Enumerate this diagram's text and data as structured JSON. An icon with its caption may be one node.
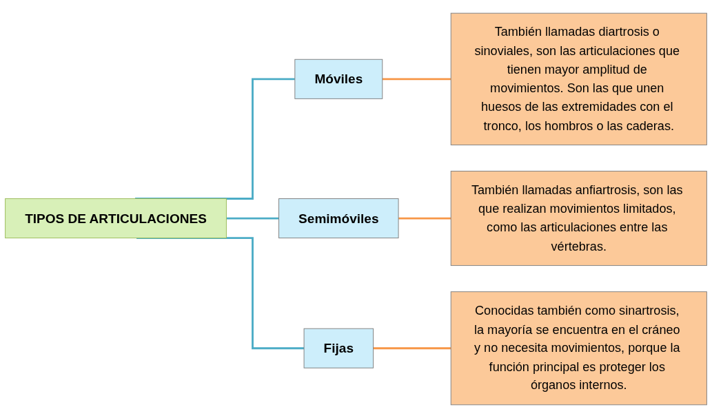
{
  "diagram": {
    "nodes": [
      {
        "text": [
          "TIPOS DE ARTICULACIONES"
        ]
      },
      {
        "text": [
          "Móviles"
        ]
      },
      {
        "text": [
          "También llamadas diartrosis o sinoviales, son las articulaciones que tienen mayor amplitud de movimientos. Son las que unen huesos de las extremidades con el tronco, los hombros o las caderas."
        ]
      },
      {
        "text": [
          "Semimóviles"
        ]
      },
      {
        "text": [
          "También llamadas anfiartrosis, son las que realizan movimientos limitados, como las articulaciones entre las vértebras."
        ]
      },
      {
        "text": [
          "Fijas"
        ]
      },
      {
        "text": [
          "Conocidas también como sinartrosis, la mayoría se encuentra en el cráneo y no necesita movimientos, porque la función principal es proteger los órganos internos."
        ]
      }
    ],
    "edges": [
      {
        "from": 0,
        "to": 1,
        "arrow": "none",
        "color": "#4bacc6"
      },
      {
        "from": 0,
        "to": 3,
        "arrow": "none",
        "color": "#4bacc6"
      },
      {
        "from": 0,
        "to": 5,
        "arrow": "none",
        "color": "#4bacc6"
      },
      {
        "from": 1,
        "to": 2,
        "arrow": "none",
        "color": "#f79646"
      },
      {
        "from": 3,
        "to": 4,
        "arrow": "none",
        "color": "#f79646"
      },
      {
        "from": 5,
        "to": 6,
        "arrow": "none",
        "color": "#f79646"
      }
    ]
  }
}
